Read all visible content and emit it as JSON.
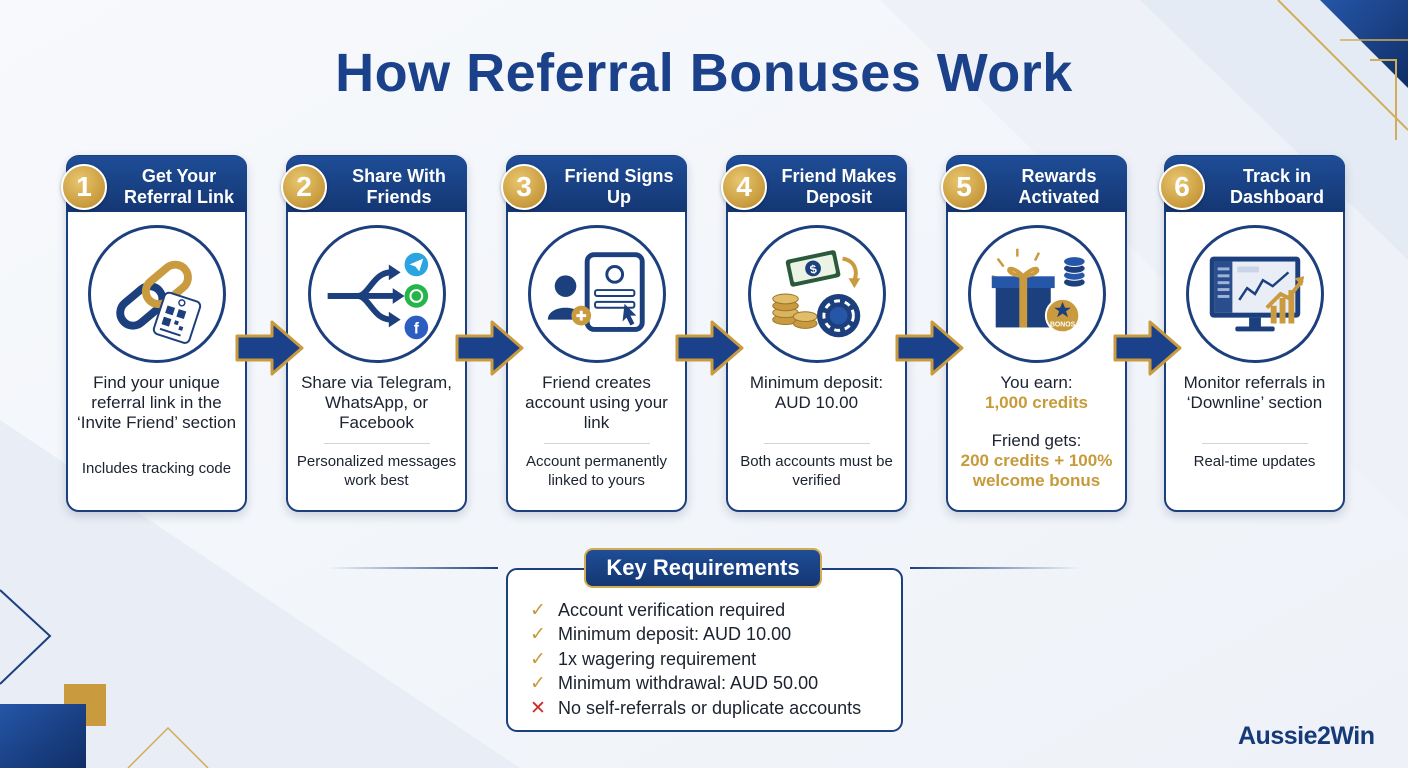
{
  "title": "How Referral Bonuses Work",
  "steps": [
    {
      "number": "1",
      "title": "Get Your Referral Link",
      "icon": "link-chain-qr-tag-icon",
      "description": "Find your unique referral link in the ‘Invite Friend’ section",
      "note": "Includes tracking code"
    },
    {
      "number": "2",
      "title": "Share With Friends",
      "icon": "share-telegram-whatsapp-facebook-icon",
      "description": "Share via Telegram, WhatsApp, or Facebook",
      "note": "Personalized messages work best"
    },
    {
      "number": "3",
      "title": "Friend Signs Up",
      "icon": "user-signup-tablet-icon",
      "description": "Friend creates account using your link",
      "note": "Account permanently linked to yours"
    },
    {
      "number": "4",
      "title": "Friend Makes Deposit",
      "icon": "money-coins-chip-icon",
      "description": "Minimum deposit: AUD 10.00",
      "note": "Both accounts must be verified"
    },
    {
      "number": "5",
      "title": "Rewards Activated",
      "icon": "gift-bonus-coins-icon",
      "you_earn_label": "You earn:",
      "you_earn_value": "1,000 credits",
      "friend_gets_label": "Friend gets:",
      "friend_gets_value": "200 credits + 100% welcome bonus"
    },
    {
      "number": "6",
      "title": "Track in Dashboard",
      "icon": "dashboard-monitor-chart-icon",
      "description": "Monitor referrals in ‘Downline’ section",
      "note": "Real-time updates"
    }
  ],
  "requirements": {
    "title": "Key Requirements",
    "items": [
      {
        "text": "Account verification required",
        "mark": "✓"
      },
      {
        "text": "Minimum deposit: AUD 10.00",
        "mark": "✓"
      },
      {
        "text": "1x wagering requirement",
        "mark": "✓"
      },
      {
        "text": "Minimum withdrawal: AUD 50.00",
        "mark": "✓"
      },
      {
        "text": "No self-referrals or duplicate accounts",
        "mark": "✕"
      }
    ]
  },
  "bonos_badge": "BONOS",
  "brand": "Aussie2Win",
  "colors": {
    "navy": "#1a4189",
    "gold": "#c79a3a",
    "red": "#d02b2b"
  }
}
